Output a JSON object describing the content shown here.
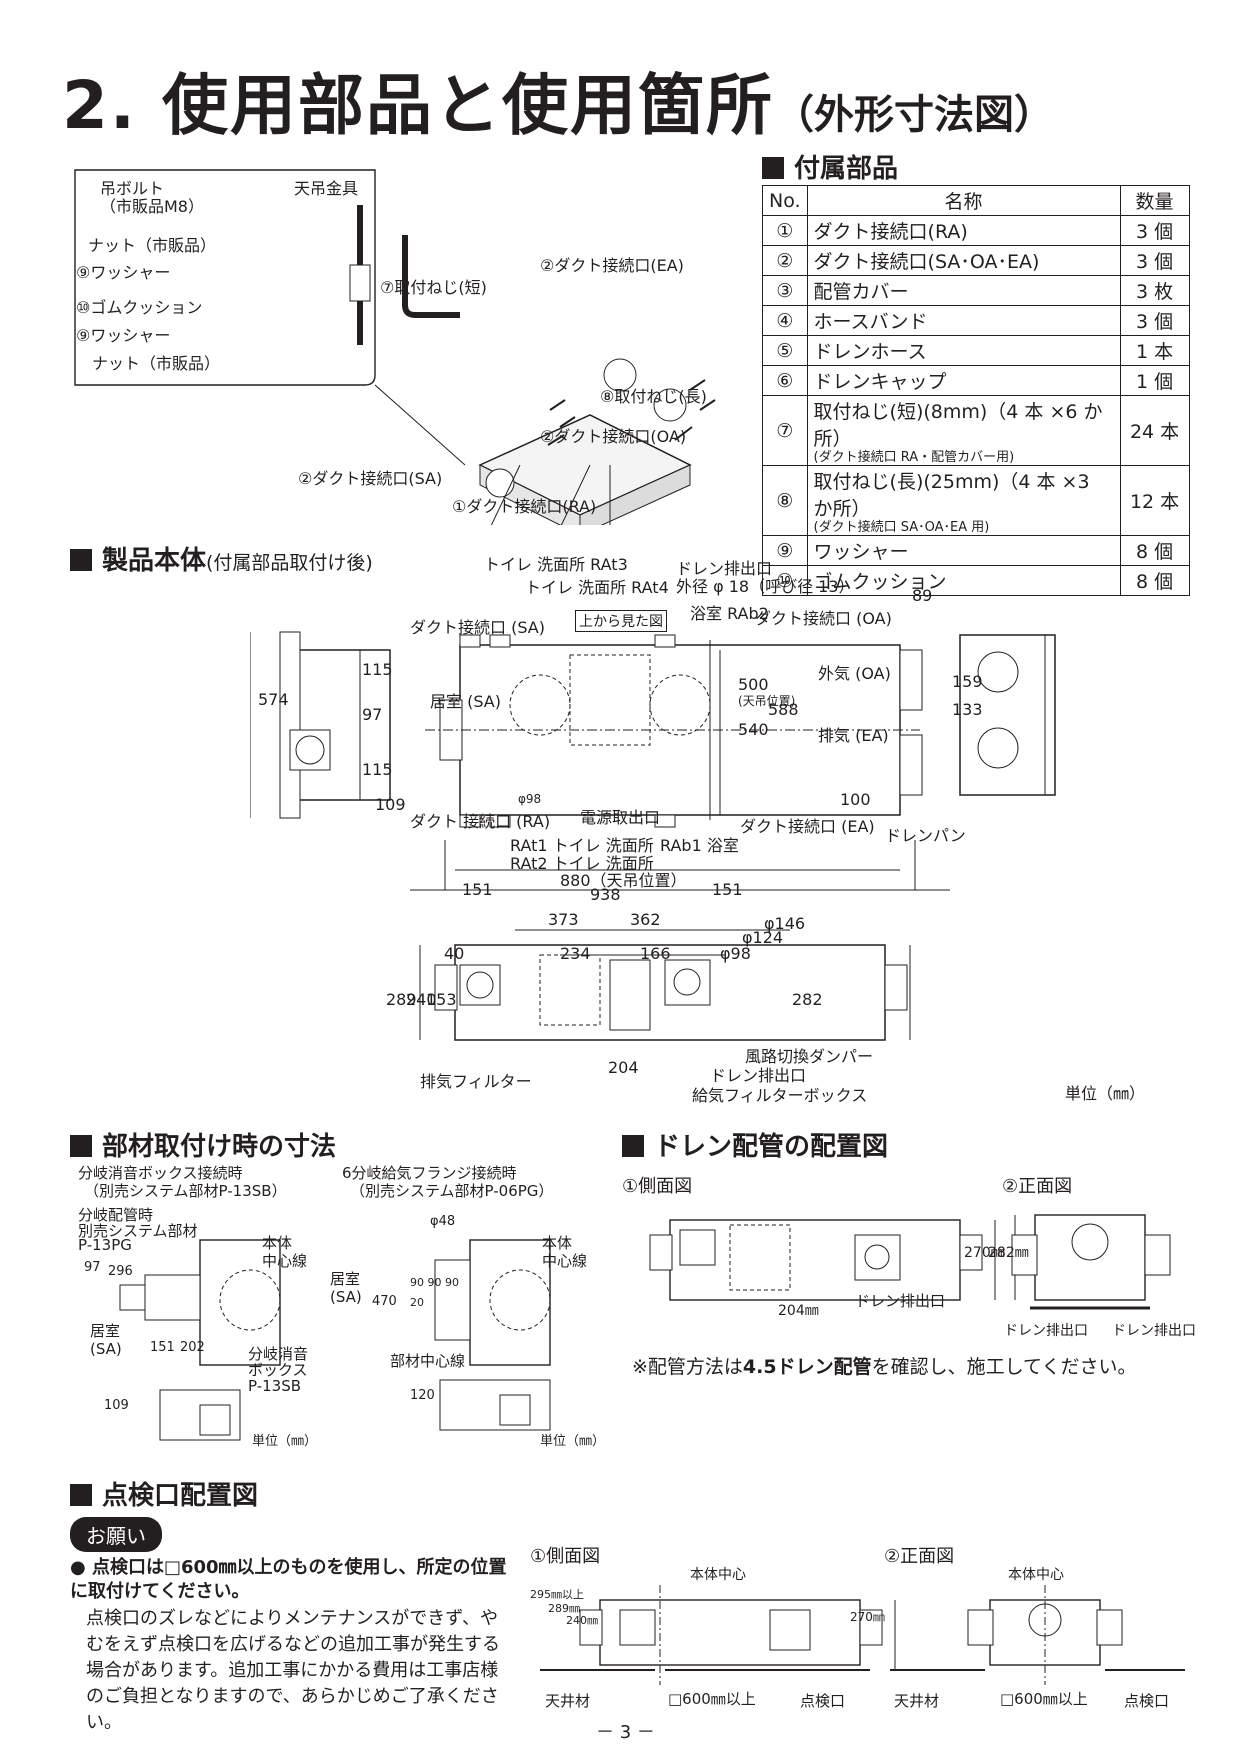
{
  "page_title": "2. 使用部品と使用箇所",
  "page_title_suffix": "（外形寸法図）",
  "accessories": {
    "heading": "付属部品",
    "col_no": "No.",
    "col_name": "名称",
    "col_qty": "数量",
    "rows": [
      {
        "no": "①",
        "name": "ダクト接続口(RA)",
        "sub": "",
        "qty": "3 個"
      },
      {
        "no": "②",
        "name": "ダクト接続口(SA･OA･EA)",
        "sub": "",
        "qty": "3 個"
      },
      {
        "no": "③",
        "name": "配管カバー",
        "sub": "",
        "qty": "3 枚"
      },
      {
        "no": "④",
        "name": "ホースバンド",
        "sub": "",
        "qty": "3 個"
      },
      {
        "no": "⑤",
        "name": "ドレンホース",
        "sub": "",
        "qty": "1 本"
      },
      {
        "no": "⑥",
        "name": "ドレンキャップ",
        "sub": "",
        "qty": "1 個"
      },
      {
        "no": "⑦",
        "name": "取付ねじ(短)(8mm)（4 本 ×6 か所）",
        "sub": "(ダクト接続口 RA・配管カバー用)",
        "qty": "24 本"
      },
      {
        "no": "⑧",
        "name": "取付ねじ(長)(25mm)（4 本 ×3 か所）",
        "sub": "(ダクト接続口 SA･OA･EA 用)",
        "qty": "12 本"
      },
      {
        "no": "⑨",
        "name": "ワッシャー",
        "sub": "",
        "qty": "8 個"
      },
      {
        "no": "⑩",
        "name": "ゴムクッション",
        "sub": "",
        "qty": "8 個"
      }
    ]
  },
  "exploded": {
    "bolt": "吊ボルト",
    "bolt2": "（市販品M8）",
    "bracket": "天吊金具",
    "nut1": "ナット（市販品）",
    "washer1": "⑨ワッシャー",
    "cushion": "⑩ゴムクッション",
    "washer2": "⑨ワッシャー",
    "nut2": "ナット（市販品）",
    "screw_short": "⑦取付ねじ(短)",
    "duct_ea": "②ダクト接続口(EA)",
    "screw_long": "⑧取付ねじ(長)",
    "duct_oa": "②ダクト接続口(OA)",
    "duct_sa": "②ダクト接続口(SA)",
    "duct_ra": "①ダクト接続口(RA)"
  },
  "product": {
    "heading": "製品本体",
    "heading_sub": "(付属部品取付け後)",
    "top_labels": [
      "トイレ 洗面所 RAt3",
      "トイレ 洗面所 RAt4"
    ],
    "top_view": "上から見た図",
    "drain_outlet": "ドレン排出口",
    "drain_size": "外径 φ 18（呼び径 13）",
    "bath_rab2": "浴室 RAb2",
    "duct_oa": "ダクト接続口 (OA)",
    "duct_sa": "ダクト接続口 (SA)",
    "room_sa": "居室 (SA)",
    "outside_oa": "外気 (OA)",
    "exhaust_ea": "排気 (EA)",
    "duct_ra": "ダクト 接続口 (RA)",
    "power": "電源取出口",
    "duct_ea": "ダクト接続口 (EA)",
    "rat1": "RAt1 トイレ 洗面所",
    "rat2": "RAt2 トイレ 洗面所",
    "rab1": "RAb1 浴室",
    "drain_pan": "ドレンパン",
    "dims": {
      "d574": "574",
      "d115a": "115",
      "d97": "97",
      "d115b": "115",
      "d109": "109",
      "d500": "500",
      "d500n": "(天吊位置)",
      "d540": "540",
      "d588": "588",
      "d89": "89",
      "d159": "159",
      "d133": "133",
      "d100": "100",
      "d98": "φ98",
      "d151a": "151",
      "d880": "880（天吊位置）",
      "d938": "938",
      "d151b": "151",
      "d373": "373",
      "d362": "362",
      "d234": "234",
      "d166": "166",
      "d40": "40",
      "d289": "289",
      "d240": "240",
      "d153": "153",
      "dphi98": "φ98",
      "dphi124": "φ124",
      "dphi146": "φ146",
      "d282": "282",
      "d204": "204"
    },
    "damper": "風路切換ダンパー",
    "drain_out2": "ドレン排出口",
    "supply_box": "給気フィルターボックス",
    "exhaust_filter": "排気フィルター",
    "unit": "単位（㎜）"
  },
  "member": {
    "heading": "部材取付け時の寸法",
    "left_title": "分岐消音ボックス接続時",
    "left_sub": "（別売システム部材P-13SB）",
    "left_pipe1": "分岐配管時",
    "left_pipe2": "別売システム部材",
    "left_pipe3": "P-13PG",
    "body_center1": "本体",
    "body_center2": "中心線",
    "room": "居室",
    "room_sa": "(SA)",
    "box1": "分岐消音",
    "box2": "ボックス",
    "box3": "P-13SB",
    "d97": "97",
    "d296": "296",
    "d151": "151",
    "d202": "202",
    "d109": "109",
    "unit": "単位（㎜）",
    "right_title": "6分岐給気フランジ接続時",
    "right_sub": "（別売システム部材P-06PG）",
    "d48": "φ48",
    "d470": "470",
    "d90": "90 90 90",
    "d20": "20",
    "d120": "120",
    "member_center": "部材中心線",
    "unit2": "単位（㎜）"
  },
  "drain": {
    "heading": "ドレン配管の配置図",
    "side": "①側面図",
    "front": "②正面図",
    "d270": "270㎜",
    "d282": "282㎜",
    "d204": "204㎜",
    "outlet": "ドレン排出口",
    "outlet_l": "ドレン排出口",
    "outlet_r": "ドレン排出口",
    "note_prefix": "※配管方法は",
    "note_bold": "4.5ドレン配管",
    "note_suffix": "を確認し、施工してください。"
  },
  "inspection": {
    "heading": "点検口配置図",
    "pill": "お願い",
    "bullet_bold": "● 点検口は□600㎜以上のものを使用し、所定の位置に取付けてください。",
    "body": "点検口のズレなどによりメンテナンスができず、やむをえず点検口を広げるなどの追加工事が発生する場合があります。追加工事にかかる費用は工事店様のご負担となりますので、あらかじめご了承ください。",
    "side": "①側面図",
    "front": "②正面図",
    "center": "本体中心",
    "center2": "本体中心",
    "d295": "295㎜以上",
    "d289": "289㎜",
    "d240": "240㎜",
    "d270": "270㎜",
    "ceiling": "天井材",
    "ceiling2": "天井材",
    "opening": "□600㎜以上",
    "opening2": "□600㎜以上",
    "hatch": "点検口",
    "hatch2": "点検口"
  },
  "page_number": "－ 3 －"
}
